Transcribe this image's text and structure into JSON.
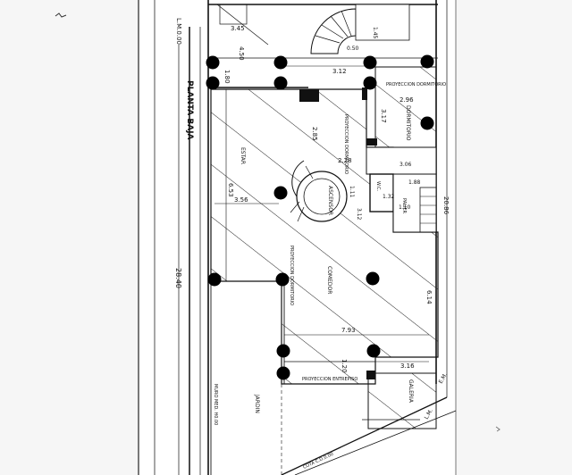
{
  "plan": {
    "title": "PLANTA BAJA",
    "line_municipal": "L.M.0.00",
    "dims": {
      "total_depth": "28.40",
      "right_depth": "20.86",
      "d345": "3.45",
      "d450": "4.50",
      "d180": "1.80",
      "d312": "3.12",
      "d296": "2.96",
      "d317": "3.17",
      "d285": "2.85",
      "d228": "2.28",
      "d653": "6.53",
      "d356": "3.56",
      "d111": "1.11",
      "d312b": "3.12",
      "d306": "3.06",
      "d188": "1.88",
      "d132": "1.32",
      "d110": "1.10",
      "d614": "6.14",
      "d793": "7.93",
      "d120": "1.20",
      "d316": "3.16",
      "d145": "1.45",
      "d050": "0.50"
    },
    "rooms": {
      "estar": "ESTAR",
      "comedor": "COMEDOR",
      "dormitorio": "DORMITORIO",
      "dormitorio_label_top": "PROYECCION DORMITORIO",
      "ascensor": "ASCENSOR",
      "galeria": "GALERIA",
      "jardin": "JARDIN",
      "toilette": "W.C.",
      "palier": "PALIER",
      "proyeccion_entrepiso": "PROYECCION ENTREPISO",
      "proyeccion_dormitorio": "PROYECCION DORMITORIO",
      "muro_medianero": "MURO MED. H0.00",
      "cota_note": "COTA C.D.0.00"
    },
    "corner_marks": {
      "em": "E.M.",
      "lm": "L.M."
    }
  }
}
